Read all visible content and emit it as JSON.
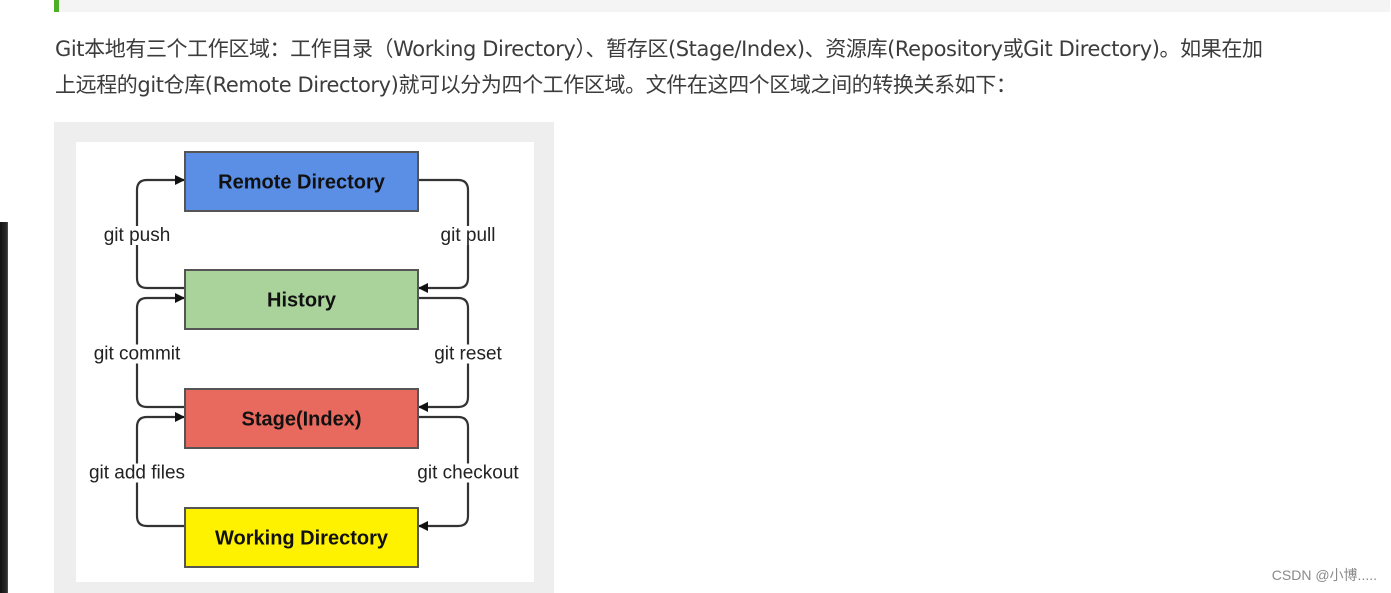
{
  "paragraph": {
    "line1": "Git本地有三个工作区域：工作目录（Working Directory）、暂存区(Stage/Index)、资源库(Repository或Git Directory)。如果在加",
    "line2": "上远程的git仓库(Remote Directory)就可以分为四个工作区域。文件在这四个区域之间的转换关系如下："
  },
  "diagram": {
    "boxes": [
      {
        "id": "remote",
        "label": "Remote Directory",
        "color": "#5b8fe6"
      },
      {
        "id": "history",
        "label": "History",
        "color": "#a9d39b"
      },
      {
        "id": "stage",
        "label": "Stage(Index)",
        "color": "#e8695d"
      },
      {
        "id": "working",
        "label": "Working Directory",
        "color": "#fff200"
      }
    ],
    "edges": [
      {
        "from": "history",
        "to": "remote",
        "label": "git push",
        "side": "left"
      },
      {
        "from": "remote",
        "to": "history",
        "label": "git pull",
        "side": "right"
      },
      {
        "from": "stage",
        "to": "history",
        "label": "git commit",
        "side": "left"
      },
      {
        "from": "history",
        "to": "stage",
        "label": "git reset",
        "side": "right"
      },
      {
        "from": "working",
        "to": "stage",
        "label": "git add files",
        "side": "left"
      },
      {
        "from": "stage",
        "to": "working",
        "label": "git checkout",
        "side": "right"
      }
    ]
  },
  "watermark": "CSDN @小博....."
}
